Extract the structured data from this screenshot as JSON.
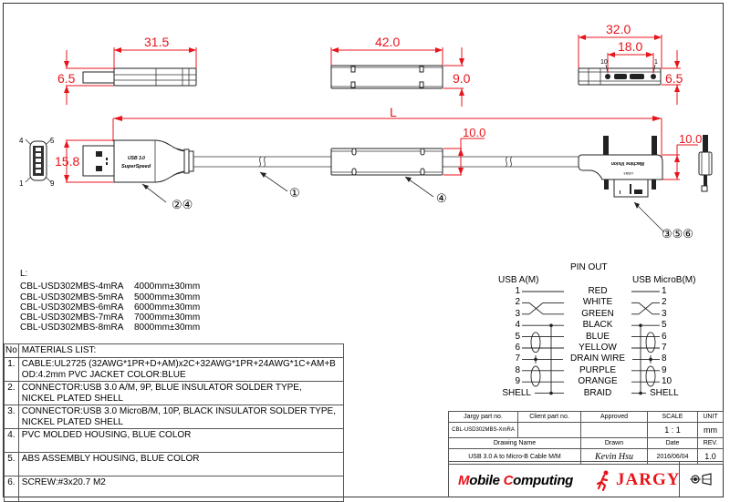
{
  "drawing": {
    "dimensions": {
      "usb_a_length": "31.5",
      "usb_a_thickness": "6.5",
      "housing_length": "42.0",
      "housing_height": "9.0",
      "microb_width": "32.0",
      "microb_screw_span": "18.0",
      "microb_thickness": "6.5",
      "usb_a_height": "15.8",
      "cable_length": "L",
      "housing_od": "10.0",
      "microb_height": "10.0"
    },
    "pin_labels": {
      "usb_a_4": "4",
      "usb_a_5": "5",
      "usb_a_1": "1",
      "usb_a_9": "9",
      "microb_10": "10",
      "microb_1": "1"
    },
    "callouts": {
      "cable": "①",
      "usb_a": "②④",
      "housing": "④",
      "microb": "③⑤⑥"
    },
    "usb_a_label_1": "USB 3.0",
    "usb_a_label_2": "SuperSpeed",
    "microb_label_1": "Machine Vision",
    "microb_label_2": "USB3"
  },
  "lengths": {
    "title": "L:",
    "rows": [
      {
        "part": "CBL-USD302MBS-4mRA",
        "length": "4000mm±30mm"
      },
      {
        "part": "CBL-USD302MBS-5mRA",
        "length": "5000mm±30mm"
      },
      {
        "part": "CBL-USD302MBS-6mRA",
        "length": "6000mm±30mm"
      },
      {
        "part": "CBL-USD302MBS-7mRA",
        "length": "7000mm±30mm"
      },
      {
        "part": "CBL-USD302MBS-8mRA",
        "length": "8000mm±30mm"
      }
    ]
  },
  "materials": {
    "no_header": "No",
    "title": "MATERIALS LIST:",
    "items": [
      {
        "no": "1.",
        "line1": "CABLE:UL2725 (32AWG*1PR+D+AM)x2C+32AWG*1PR+24AWG*1C+AM+B",
        "line2": "OD:4.2mm   PVC JACKET COLOR:BLUE"
      },
      {
        "no": "2.",
        "line1": "CONNECTOR:USB 3.0 A/M, 9P, BLUE INSULATOR SOLDER TYPE,",
        "line2": "NICKEL PLATED SHELL"
      },
      {
        "no": "3.",
        "line1": "CONNECTOR:USB 3.0 MicroB/M, 10P, BLACK INSULATOR SOLDER TYPE,",
        "line2": "NICKEL PLATED SHELL"
      },
      {
        "no": "4.",
        "line1": "PVC MOLDED HOUSING, BLUE COLOR",
        "line2": ""
      },
      {
        "no": "5.",
        "line1": "ABS ASSEMBLY HOUSING, BLUE COLOR",
        "line2": ""
      },
      {
        "no": "6.",
        "line1": "SCREW:#3x20.7 M2",
        "line2": ""
      }
    ]
  },
  "pinout": {
    "title": "PIN OUT",
    "left_header": "USB A(M)",
    "right_header": "USB MicroB(M)",
    "rows": [
      {
        "a": "1",
        "color": "RED",
        "b": "1"
      },
      {
        "a": "2",
        "color": "WHITE",
        "b": "2"
      },
      {
        "a": "3",
        "color": "GREEN",
        "b": "3"
      },
      {
        "a": "4",
        "color": "BLACK",
        "b": "5"
      },
      {
        "a": "5",
        "color": "BLUE",
        "b": "6"
      },
      {
        "a": "6",
        "color": "YELLOW",
        "b": "7"
      },
      {
        "a": "7",
        "color": "DRAIN WIRE",
        "b": "8"
      },
      {
        "a": "8",
        "color": "PURPLE",
        "b": "9"
      },
      {
        "a": "9",
        "color": "ORANGE",
        "b": "10"
      },
      {
        "a": "SHELL",
        "color": "BRAID",
        "b": "SHELL"
      }
    ]
  },
  "title_block": {
    "headers": {
      "jargy_part": "Jargy part no.",
      "client_part": "Client part no.",
      "approved": "Approved",
      "scale": "SCALE",
      "unit": "UNIT",
      "drawing_name": "Drawing Name",
      "drawn": "Drawn",
      "date": "Date",
      "rev": "REV."
    },
    "values": {
      "jargy_part": "CBL-USD302MBS-XmRA",
      "client_part": "",
      "approved": "",
      "scale": "1 : 1",
      "unit": "mm",
      "drawing_name": "USB 3.0 A to Micro-B Cable M/M",
      "drawn": "Kevin Hsu",
      "date": "2016/06/04",
      "rev": "1.0"
    },
    "logo_mobile_a": "M",
    "logo_mobile_b": "obile ",
    "logo_computing_a": "C",
    "logo_computing_b": "omputing",
    "logo_jargy": "JARGY",
    "projection_icon": "third-angle-projection"
  },
  "colors": {
    "dimension": "#e8141b",
    "outline": "#222222"
  }
}
